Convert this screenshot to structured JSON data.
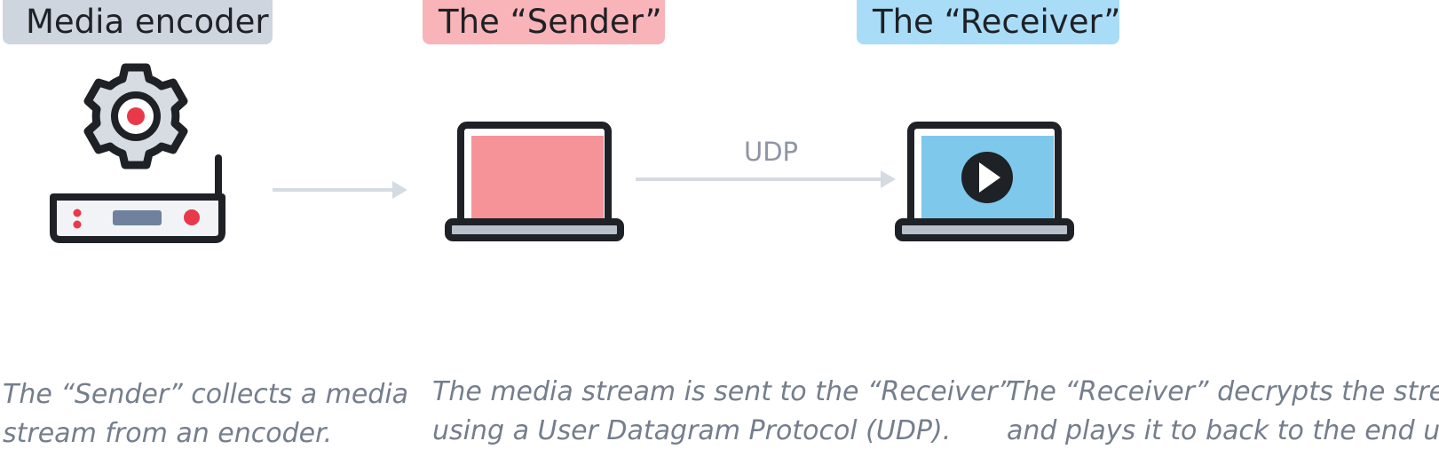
{
  "stages": {
    "encoder_label": "Media encoder",
    "sender_label": "The “Sender”",
    "receiver_label": "The “Receiver”"
  },
  "connections": {
    "udp_label": "UDP"
  },
  "captions": {
    "sender": {
      "line1": "The “Sender” collects a media",
      "line2": "stream from an encoder."
    },
    "stream": {
      "line1": "The media stream is sent to the “Receiver”",
      "line2": "using a User Datagram Protocol (UDP)."
    },
    "receiver": {
      "line1": "The “Receiver” decrypts the stream",
      "line2": "and plays it  to back to the end user."
    }
  },
  "icons": {
    "encoder": "gear-icon",
    "router": "encoder-device-icon",
    "sender": "laptop-icon",
    "receiver": "laptop-play-icon"
  },
  "colors": {
    "encoder_tag": "#cfd5de",
    "sender_tag": "#f8b4b8",
    "receiver_tag": "#a9dcf6",
    "sender_screen": "#f59399",
    "receiver_screen": "#7ec8ec",
    "accent_red": "#e8394a",
    "outline": "#1e2126",
    "arrow": "#d5dbe3"
  }
}
